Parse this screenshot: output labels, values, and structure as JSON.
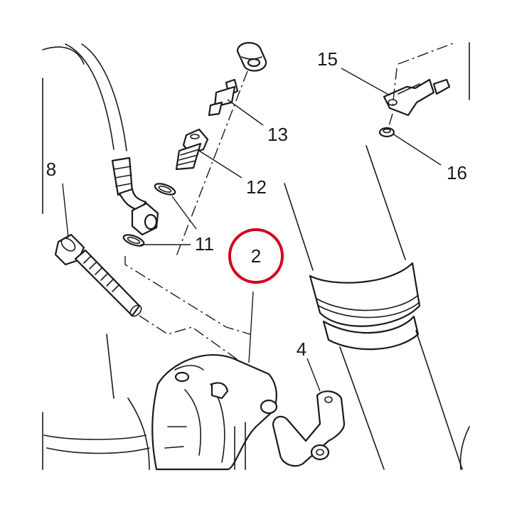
{
  "labels": {
    "p2": "2",
    "p4": "4",
    "p8": "8",
    "p11": "11",
    "p12": "12",
    "p13": "13",
    "p15": "15",
    "p16": "16"
  },
  "colors": {
    "line": "#1a1a1a",
    "highlight": "#d0021b",
    "background": "#ffffff"
  }
}
